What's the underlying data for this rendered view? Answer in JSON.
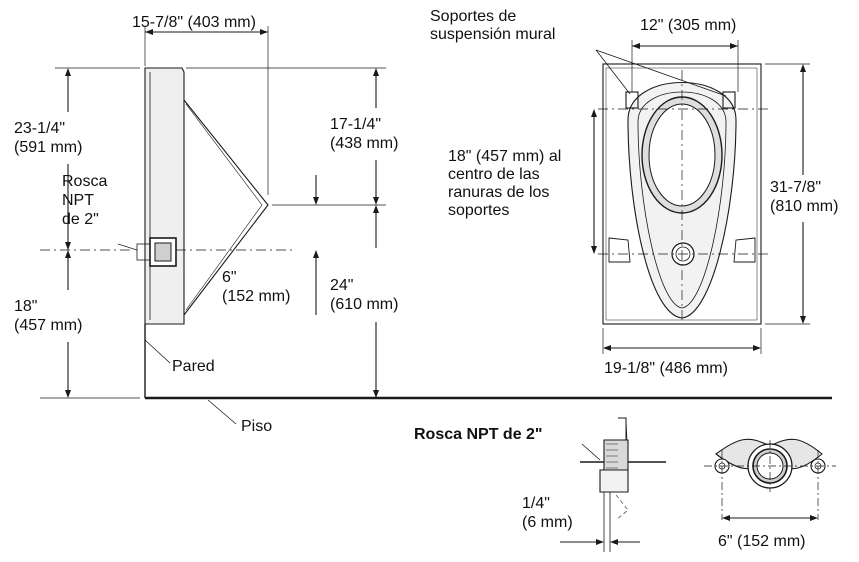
{
  "colors": {
    "line": "#1a1a1a",
    "fill_light": "#f2f2f2",
    "fill_mid": "#cfcfcf",
    "background": "#ffffff"
  },
  "side_view": {
    "width_dim": "15-7/8\" (403 mm)",
    "height_upper": "23-1/4\"\n(591 mm)",
    "rosca_label": "Rosca\nNPT\nde 2\"",
    "lower_18": "18\"\n(457 mm)",
    "upper_17": "17-1/4\"\n(438 mm)",
    "six_inch": "6\"\n(152 mm)",
    "h_24": "24\"\n(610 mm)",
    "pared": "Pared",
    "piso": "Piso"
  },
  "front_view": {
    "soportes_label": "Soportes de\nsuspensión mural",
    "width_12": "12\" (305 mm)",
    "center_note": "18\" (457 mm) al\ncentro de las\nranuras de los\nsoportes",
    "height_31": "31-7/8\"\n(810 mm)",
    "width_19": "19-1/8\" (486 mm)"
  },
  "detail_outlet": {
    "rosca_label": "Rosca NPT de 2\"",
    "quarter_dim": "1/4\"\n(6 mm)"
  },
  "detail_flange": {
    "width_6": "6\" (152 mm)"
  }
}
